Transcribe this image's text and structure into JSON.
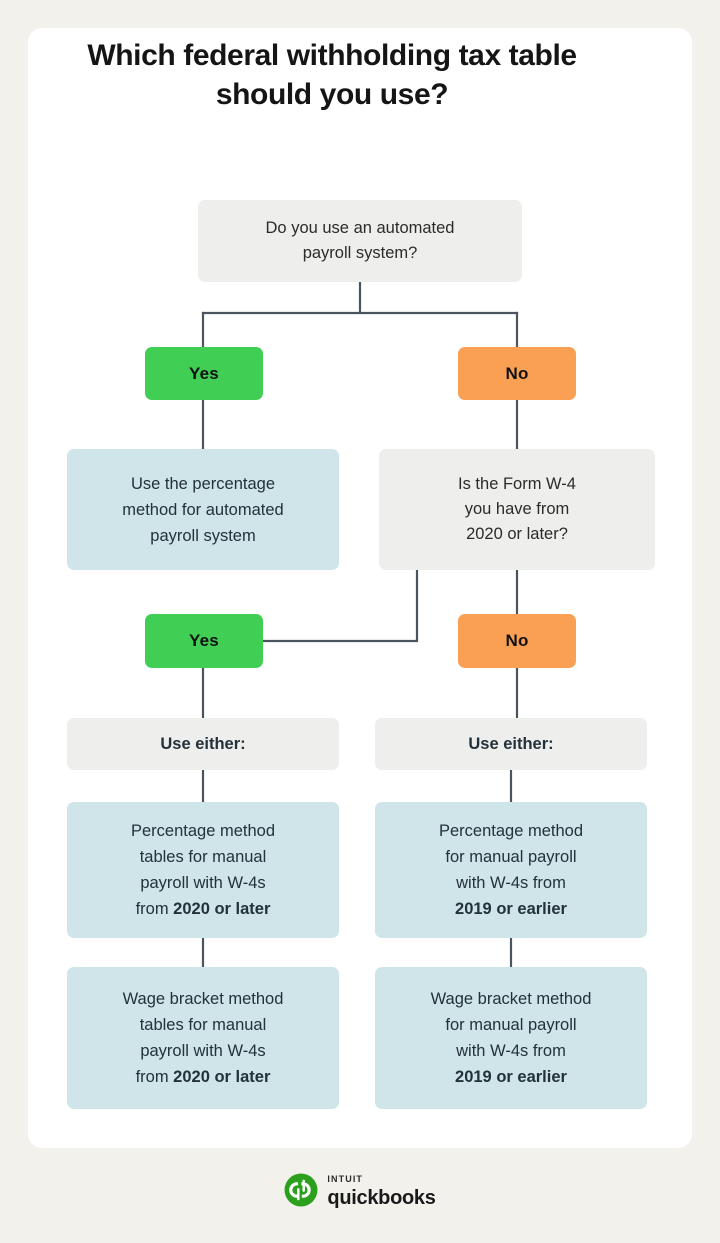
{
  "theme": {
    "page_background": "#f2f1ec",
    "card_background": "#ffffff",
    "neutral_box": "#eeeeec",
    "result_box": "#cfe5ea",
    "yes_green": "#41ce55",
    "no_orange": "#faa055",
    "connector_line": "#4a5560",
    "text_dark": "#23313a"
  },
  "header": {
    "title": "Which federal withholding tax table should you use?"
  },
  "chart_data": {
    "type": "diagram",
    "title": "Which federal withholding tax table should you use?",
    "nodes": [
      {
        "id": "q1",
        "kind": "question",
        "text": "Do you use an automated payroll system?"
      },
      {
        "id": "q1-yes",
        "kind": "decision",
        "text": "Yes"
      },
      {
        "id": "q1-no",
        "kind": "decision",
        "text": "No"
      },
      {
        "id": "r1",
        "kind": "result",
        "text": "Use the percentage method for automated payroll system"
      },
      {
        "id": "q2",
        "kind": "question",
        "text": "Is the Form W-4 you have from 2020 or later?"
      },
      {
        "id": "q2-yes",
        "kind": "decision",
        "text": "Yes"
      },
      {
        "id": "q2-no",
        "kind": "decision",
        "text": "No"
      },
      {
        "id": "either-left",
        "kind": "label",
        "text": "Use either:"
      },
      {
        "id": "either-right",
        "kind": "label",
        "text": "Use either:"
      },
      {
        "id": "r2",
        "kind": "result",
        "text": "Percentage method tables for manual payroll with W-4s from 2020 or later"
      },
      {
        "id": "r3",
        "kind": "result",
        "text": "Wage bracket method tables for manual payroll with W-4s from 2020 or later"
      },
      {
        "id": "r4",
        "kind": "result",
        "text": "Percentage method for manual payroll with W-4s from 2019 or earlier"
      },
      {
        "id": "r5",
        "kind": "result",
        "text": "Wage bracket method for manual payroll with W-4s from 2019 or earlier"
      }
    ],
    "edges": [
      {
        "from": "q1",
        "to": "q1-yes"
      },
      {
        "from": "q1",
        "to": "q1-no"
      },
      {
        "from": "q1-yes",
        "to": "r1"
      },
      {
        "from": "q1-no",
        "to": "q2"
      },
      {
        "from": "q2",
        "to": "q2-yes"
      },
      {
        "from": "q2",
        "to": "q2-no"
      },
      {
        "from": "q2-yes",
        "to": "either-left"
      },
      {
        "from": "q2-no",
        "to": "either-right"
      },
      {
        "from": "either-left",
        "to": "r2"
      },
      {
        "from": "r2",
        "to": "r3"
      },
      {
        "from": "either-right",
        "to": "r4"
      },
      {
        "from": "r4",
        "to": "r5"
      }
    ]
  },
  "flow": {
    "q1": {
      "line1": "Do you use an automated",
      "line2": "payroll system?"
    },
    "q1_yes": "Yes",
    "q1_no": "No",
    "r1": {
      "line1": "Use the percentage",
      "line2": "method for automated",
      "line3": "payroll system"
    },
    "q2": {
      "line1": "Is the Form W-4",
      "line2": "you have from",
      "line3": "2020 or later?"
    },
    "q2_yes": "Yes",
    "q2_no": "No",
    "either_left": "Use either:",
    "either_right": "Use either:",
    "r2": {
      "line1": "Percentage method",
      "line2": "tables for manual",
      "line3": "payroll with W-4s",
      "line4_prefix": "from ",
      "line4_bold": "2020 or later"
    },
    "r3": {
      "line1": "Wage bracket method",
      "line2": "tables for manual",
      "line3": "payroll with W-4s",
      "line4_prefix": "from ",
      "line4_bold": "2020 or later"
    },
    "r4": {
      "line1": "Percentage method",
      "line2": "for manual payroll",
      "line3": "with W-4s from",
      "line4_bold": "2019 or earlier"
    },
    "r5": {
      "line1": "Wage bracket method",
      "line2": "for manual payroll",
      "line3": "with W-4s from",
      "line4_bold": "2019 or earlier"
    }
  },
  "footer": {
    "brand_parent": "intuit",
    "brand_name": "quickbooks",
    "mark_letters": "qb",
    "mark_color": "#2ca01c"
  }
}
